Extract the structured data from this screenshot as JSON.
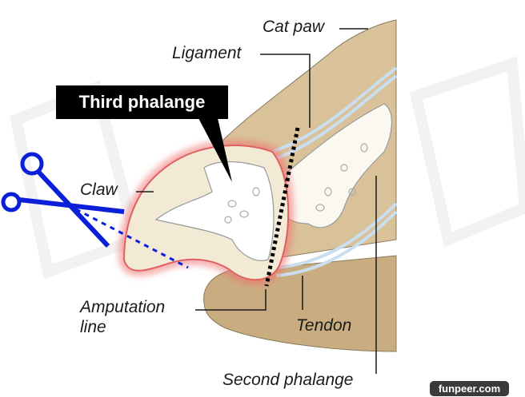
{
  "labels": {
    "cat_paw": "Cat paw",
    "ligament": "Ligament",
    "third_phalange": "Third phalange",
    "claw": "Claw",
    "amputation_line_1": "Amputation",
    "amputation_line_2": "line",
    "tendon": "Tendon",
    "second_phalange": "Second phalange"
  },
  "watermark": "funpeer.com",
  "colors": {
    "paw": "#d9c29a",
    "bone": "#f3ead6",
    "glow": "#f07070",
    "scissors": "#0a1fd8",
    "tendon": "#c9dff0"
  }
}
